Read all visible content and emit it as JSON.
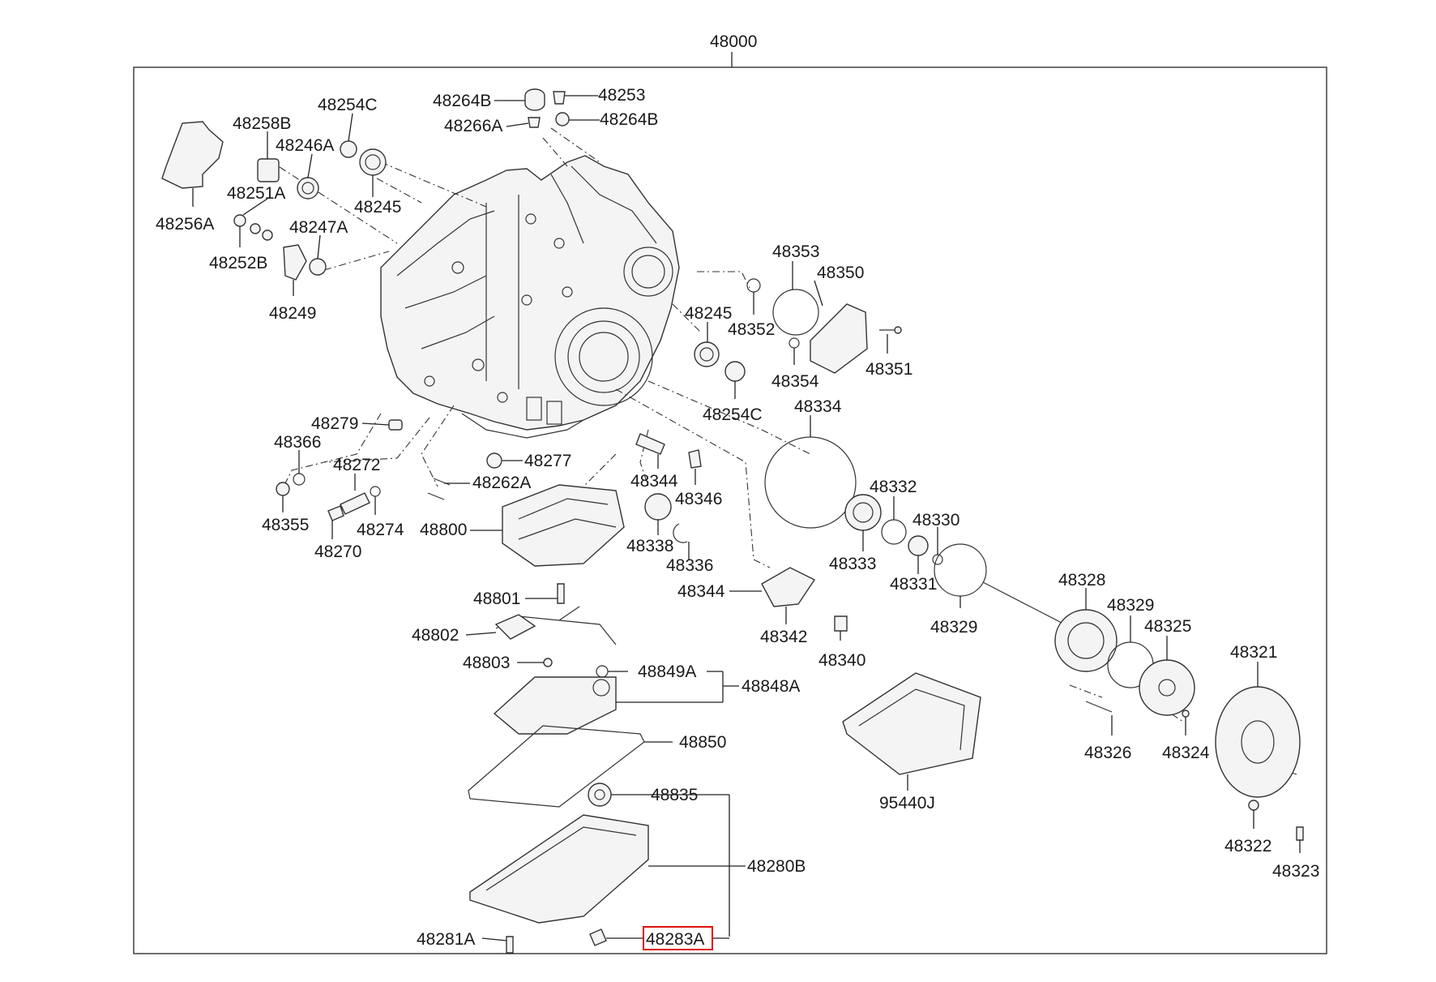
{
  "assembly_label": "48000",
  "highlight_color": "#e01010",
  "labels": {
    "p48264B_top": "48264B",
    "p48253": "48253",
    "p48266A": "48266A",
    "p48264B": "48264B",
    "p48254C_top": "48254C",
    "p48258B": "48258B",
    "p48246A": "48246A",
    "p48251A": "48251A",
    "p48245_top": "48245",
    "p48256A": "48256A",
    "p48247A": "48247A",
    "p48252B": "48252B",
    "p48249": "48249",
    "p48353": "48353",
    "p48350": "48350",
    "p48245": "48245",
    "p48352": "48352",
    "p48351": "48351",
    "p48354": "48354",
    "p48254C": "48254C",
    "p48334": "48334",
    "p48279": "48279",
    "p48366": "48366",
    "p48277": "48277",
    "p48272": "48272",
    "p48262A": "48262A",
    "p48344_top": "48344",
    "p48346": "48346",
    "p48332": "48332",
    "p48355": "48355",
    "p48274": "48274",
    "p48800": "48800",
    "p48338": "48338",
    "p48330": "48330",
    "p48270": "48270",
    "p48336": "48336",
    "p48333": "48333",
    "p48331": "48331",
    "p48328": "48328",
    "p48344": "48344",
    "p48801": "48801",
    "p48329_a": "48329",
    "p48329_b": "48329",
    "p48325": "48325",
    "p48802": "48802",
    "p48342": "48342",
    "p48340": "48340",
    "p48321": "48321",
    "p48803": "48803",
    "p48849A": "48849A",
    "p48848A": "48848A",
    "p48850": "48850",
    "p48326": "48326",
    "p48324": "48324",
    "p48835": "48835",
    "p95440J": "95440J",
    "p48280B": "48280B",
    "p48322": "48322",
    "p48323": "48323",
    "p48281A": "48281A",
    "p48283A": "48283A"
  }
}
